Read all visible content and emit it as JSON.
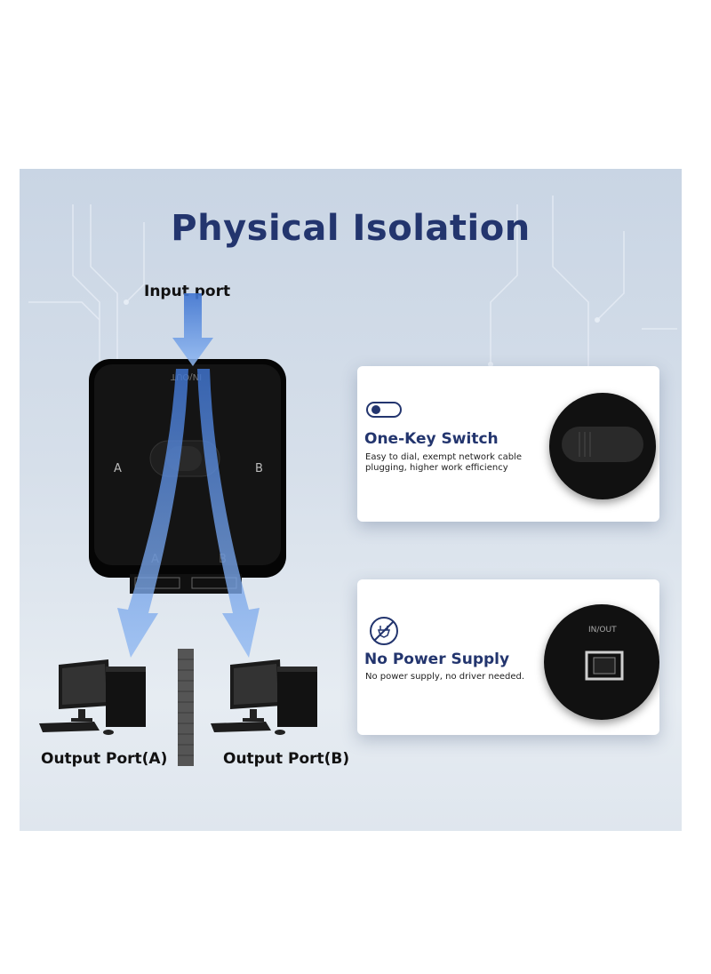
{
  "title": "Physical Isolation",
  "labels": {
    "input_port": "Input port",
    "output_a": "Output Port(A)",
    "output_b": "Output Port(B)"
  },
  "device": {
    "inout": "IN/OUT",
    "side_a": "A",
    "side_b": "B",
    "port_a": "A",
    "port_b": "B"
  },
  "features": [
    {
      "name": "One-Key Switch",
      "description": "Easy to dial, exempt network cable plugging, higher work efficiency",
      "icon": "toggle-switch-icon"
    },
    {
      "name": "No Power Supply",
      "description": "No power supply, no driver needed.",
      "icon": "no-power-plug-icon",
      "closeup_text": "IN/OUT"
    }
  ],
  "colors": {
    "title": "#23356e",
    "arrow": "#5b8fe0",
    "card_bg": "#ffffff",
    "device": "#0d0d0d"
  }
}
